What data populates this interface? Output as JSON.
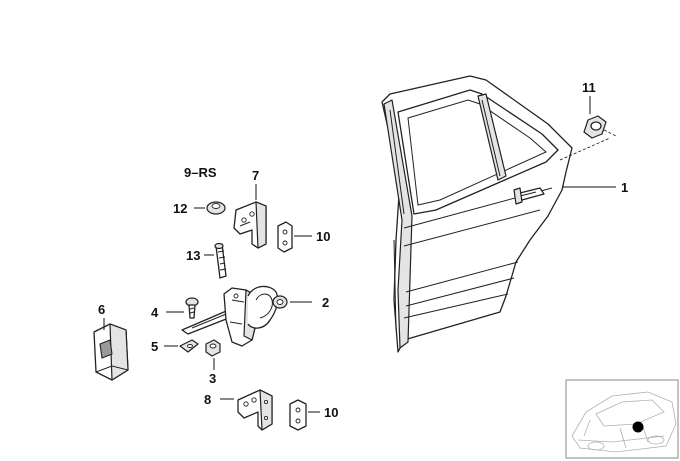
{
  "callouts": {
    "p1": "1",
    "p2": "2",
    "p3": "3",
    "p4": "4",
    "p5": "5",
    "p6": "6",
    "p7": "7",
    "p8": "8",
    "p9": "9–RS",
    "p10a": "10",
    "p10b": "10",
    "p11": "11",
    "p12": "12",
    "p13": "13"
  },
  "thumbnail": {
    "marker_icon": "black-dot-location-marker"
  }
}
